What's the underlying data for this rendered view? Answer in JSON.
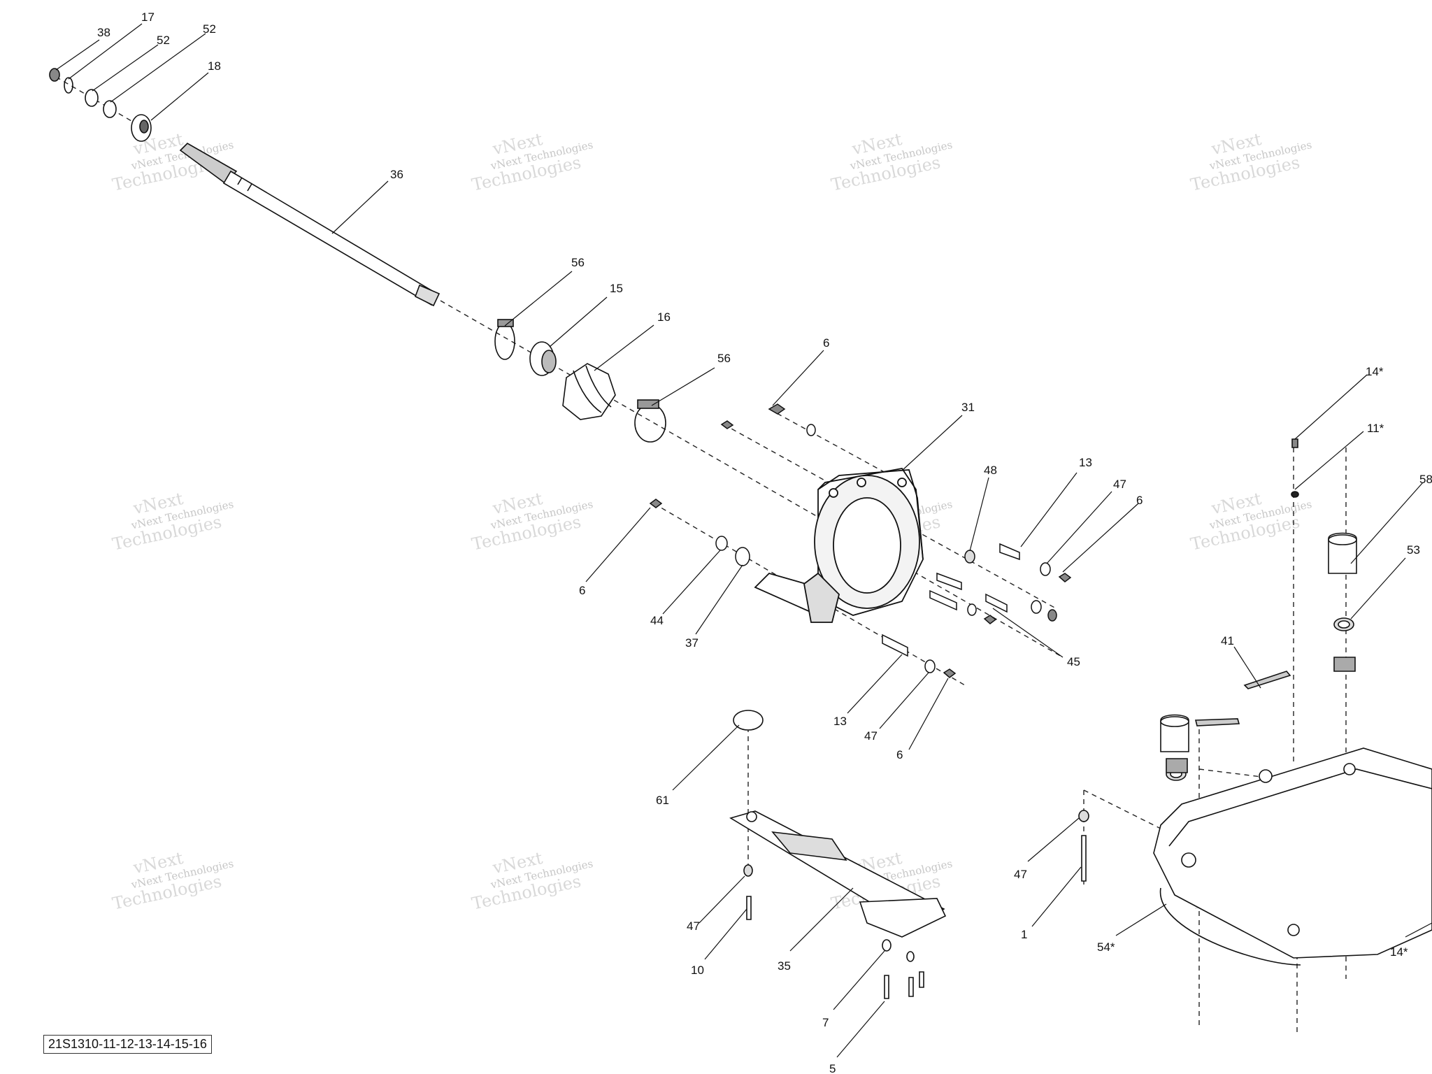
{
  "diagram": {
    "figure_code": "21S1310-11-12-13-14-15-16",
    "watermark_line1": "vNext Technologies",
    "watermark_line2": "Technologies",
    "watermark_prefix": "vNext",
    "callouts": [
      "38",
      "17",
      "52",
      "52",
      "18",
      "36",
      "56",
      "15",
      "16",
      "56",
      "6",
      "31",
      "48",
      "13",
      "47",
      "6",
      "6",
      "44",
      "37",
      "45",
      "13",
      "47",
      "6",
      "61",
      "47",
      "10",
      "35",
      "7",
      "5",
      "47",
      "1",
      "54*",
      "41",
      "14*",
      "11*",
      "58",
      "53",
      "14*"
    ]
  }
}
